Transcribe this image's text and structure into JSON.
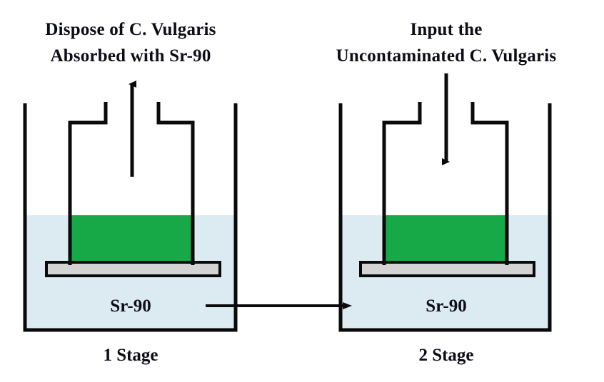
{
  "figure": {
    "kind": "process-diagram",
    "background_color": "#FFFFFF"
  },
  "colors": {
    "liquid": "#DCEAF2",
    "algae": "#17A948",
    "platform": "#D3D3D3",
    "stroke": "#0A0A0A",
    "text": "#0D0D17"
  },
  "annotations": {
    "left_title_line1": "Dispose of C. Vulgaris",
    "left_title_line2": "Absorbed with Sr-90",
    "right_title_line1": "Input the",
    "right_title_line2": "Uncontaminated C. Vulgaris"
  },
  "stages": [
    {
      "id": "stage-1",
      "caption": "1 Stage",
      "liquid_label": "Sr-90",
      "arrow_direction": "up",
      "arrow_meaning": "Dispose of C. Vulgaris Absorbed with Sr-90"
    },
    {
      "id": "stage-2",
      "caption": "2 Stage",
      "liquid_label": "Sr-90",
      "arrow_direction": "down",
      "arrow_meaning": "Input the Uncontaminated C. Vulgaris"
    }
  ],
  "transfer": {
    "label": "",
    "from": "1 Stage",
    "to": "2 Stage",
    "direction": "left-to-right"
  }
}
